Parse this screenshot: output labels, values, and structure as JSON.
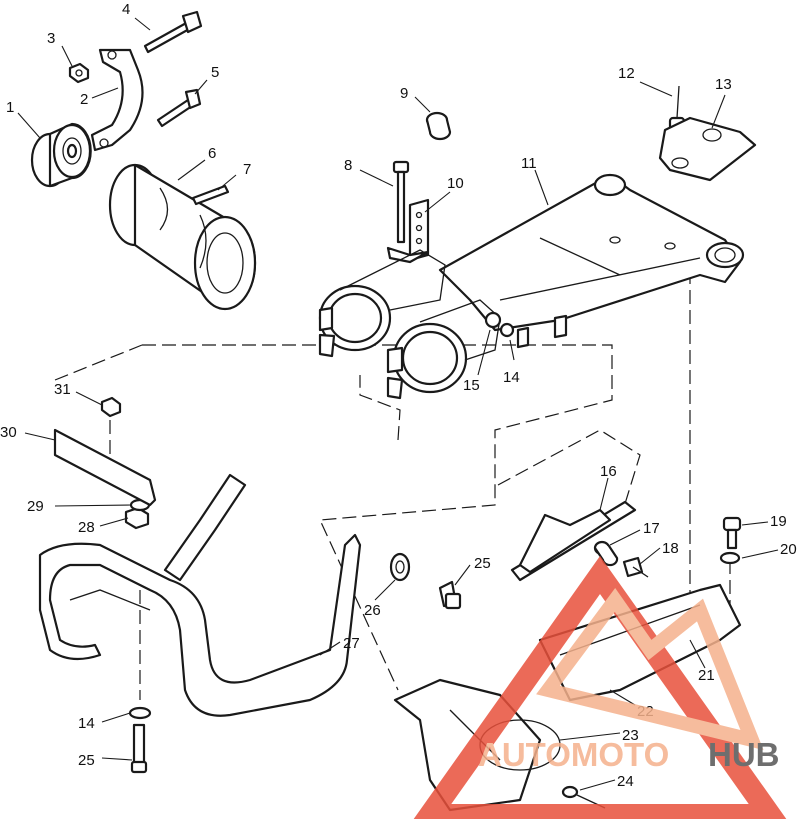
{
  "diagram": {
    "callouts": [
      "1",
      "2",
      "3",
      "4",
      "5",
      "6",
      "7",
      "8",
      "9",
      "10",
      "11",
      "12",
      "13",
      "14",
      "15",
      "14",
      "16",
      "17",
      "18",
      "19",
      "20",
      "21",
      "22",
      "23",
      "24",
      "25",
      "26",
      "27",
      "28",
      "29",
      "30",
      "31",
      "14",
      "25"
    ]
  },
  "watermark": {
    "brand_part1": "AUTOMOTO",
    "brand_part2": "HUB",
    "color_primary": "#e8513c",
    "color_secondary": "#f5b18c",
    "color_dark": "#555555"
  }
}
